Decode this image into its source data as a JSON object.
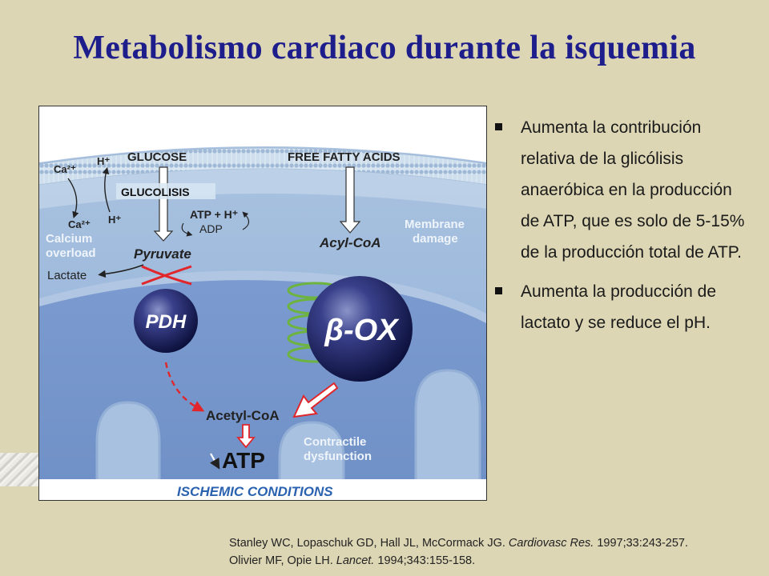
{
  "title": "Metabolismo cardiaco durante la isquemia",
  "figure": {
    "labels": {
      "ca_top": "Ca²⁺",
      "h_top": "H⁺",
      "glucose": "GLUCOSE",
      "free_fatty_acids": "FREE FATTY ACIDS",
      "glucolisis": "GLUCOLISIS",
      "ca_bottom": "Ca²⁺",
      "h_bottom": "H⁺",
      "atp_h": "ATP + H⁺",
      "adp": "ADP",
      "membrane": "Membrane",
      "damage": "damage",
      "calcium": "Calcium",
      "overload": "overload",
      "pyruvate": "Pyruvate",
      "acyl_coa": "Acyl-CoA",
      "lactate": "Lactate",
      "pdh": "PDH",
      "beta_ox": "β-OX",
      "acetyl_coa": "Acetyl-CoA",
      "atp": "ATP",
      "contractile": "Contractile",
      "dysfunction": "dysfunction",
      "conditions": "ISCHEMIC CONDITIONS"
    }
  },
  "bullets": [
    "Aumenta la contribución relativa de la glicólisis anaeróbica en la producción de ATP, que es solo de 5-15% de la producción total de ATP.",
    "Aumenta la producción de lactato y se reduce el pH."
  ],
  "references": [
    {
      "authors": "Stanley WC, Lopaschuk GD, Hall JL, McCormack JG.",
      "journal": "Cardiovasc Res.",
      "details": "1997;33:243-257."
    },
    {
      "authors": "Olivier MF, Opie LH.",
      "journal": "Lancet.",
      "details": "1994;343:155-158."
    }
  ],
  "colors": {
    "title": "#1d1d8c",
    "background": "#dcd6b4",
    "membrane": "#b9cfe4",
    "mitochondria": "#7e9ccd",
    "arrow_red": "#e0262b"
  }
}
